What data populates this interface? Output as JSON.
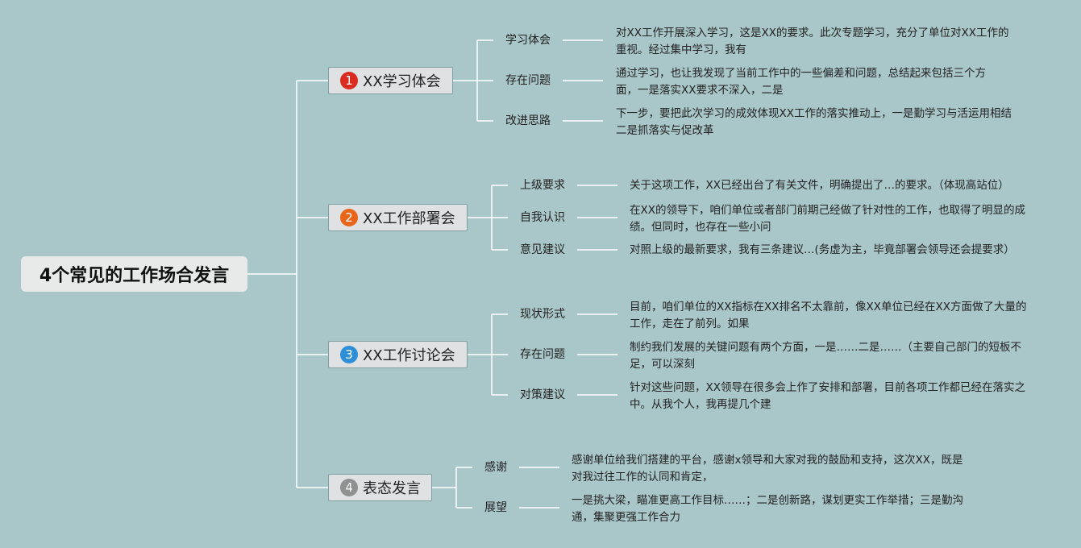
{
  "root": {
    "title": "4个常见的工作场合发言"
  },
  "colors": {
    "background": "#a9c6c9",
    "badge1": "#d92b1f",
    "badge2": "#e8651a",
    "badge3": "#2e8fd8",
    "badge4": "#8f9191"
  },
  "branches": [
    {
      "num": "1",
      "title": "XX学习体会",
      "items": [
        {
          "label": "学习体会",
          "text": "对XX工作开展深入学习，这是XX的要求。此次专题学习，充分了单位对XX工作的重视。经过集中学习，我有"
        },
        {
          "label": "存在问题",
          "text": "通过学习，也让我发现了当前工作中的一些偏差和问题，总结起来包括三个方面，一是落实XX要求不深入，二是"
        },
        {
          "label": "改进思路",
          "text": "下一步，要把此次学习的成效体现XX工作的落实推动上，一是勤学习与活运用相结二是抓落实与促改革"
        }
      ]
    },
    {
      "num": "2",
      "title": "XX工作部署会",
      "items": [
        {
          "label": "上级要求",
          "text": "关于这项工作，XX已经出台了有关文件，明确提出了…的要求。（体现高站位）"
        },
        {
          "label": "自我认识",
          "text": "在XX的领导下，咱们单位或者部门前期己经做了针对性的工作，也取得了明显的成绩。但同时，也存在一些小问"
        },
        {
          "label": "意见建议",
          "text": "对照上级的最新要求，我有三条建议…(务虚为主，毕竟部署会领导还会提要求）"
        }
      ]
    },
    {
      "num": "3",
      "title": "XX工作讨论会",
      "items": [
        {
          "label": "现状形式",
          "text": "目前，咱们单位的XX指标在XX排名不太靠前，像XX单位已经在XX方面做了大量的工作，走在了前列。如果"
        },
        {
          "label": "存在问题",
          "text": "制约我们发展的关键问题有两个方面，一是……二是……（主要自己部门的短板不足，可以深刻"
        },
        {
          "label": "对策建议",
          "text": "针对这些问题，XX领导在很多会上作了安排和部署，目前各项工作都已经在落实之中。从我个人，我再提几个建"
        }
      ]
    },
    {
      "num": "4",
      "title": "表态发言",
      "items": [
        {
          "label": "感谢",
          "text": "感谢单位给我们搭建的平台，感谢x领导和大家对我的鼓励和支持，这次XX，既是对我过往工作的认同和肯定，"
        },
        {
          "label": "展望",
          "text": "一是挑大梁，瞄准更高工作目标……；二是创新路，谋划更实工作举措；三是勤沟通，集聚更强工作合力"
        }
      ]
    }
  ]
}
